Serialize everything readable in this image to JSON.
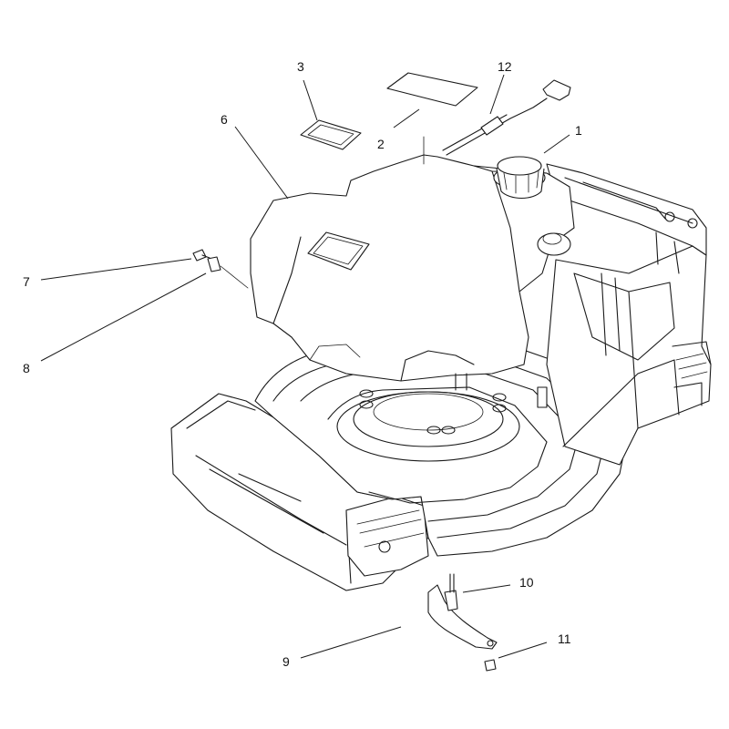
{
  "callouts": {
    "c1": "1",
    "c2": "2",
    "c3": "3",
    "c6": "6",
    "c7": "7",
    "c8": "8",
    "c9": "9",
    "c10": "10",
    "c11": "11",
    "c12": "12"
  },
  "colors": {
    "line": "#1a1a1a",
    "background": "#ffffff"
  }
}
